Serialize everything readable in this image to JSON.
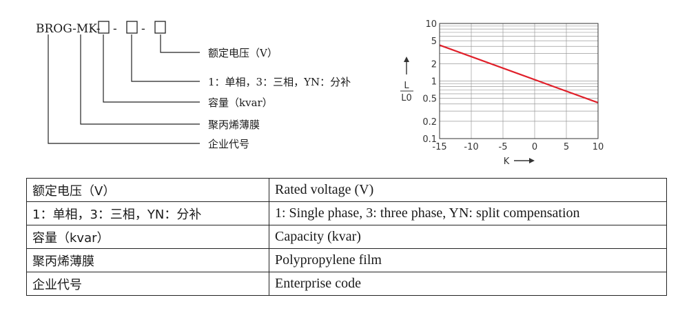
{
  "code_diagram": {
    "model_prefix": "BROG-MK-",
    "separator": "-",
    "labels": [
      "额定电压（V）",
      "1：单相，3：三相，YN：分补",
      "容量（kvar）",
      "聚丙烯薄膜",
      "企业代号"
    ]
  },
  "chart_data": {
    "type": "line",
    "x_scale": "linear",
    "y_scale": "log",
    "xlim": [
      -15,
      10
    ],
    "ylim": [
      0.1,
      10
    ],
    "x_ticks": [
      "-15",
      "-10",
      "-5",
      "0",
      "5",
      "10"
    ],
    "y_ticks": [
      "10",
      "5",
      "2",
      "1",
      "0.5",
      "0.2",
      "0.1"
    ],
    "y_tick_values": [
      10,
      5,
      2,
      1,
      0.5,
      0.2,
      0.1
    ],
    "x_tick_values": [
      -15,
      -10,
      -5,
      0,
      5,
      10
    ],
    "xlabel": "K",
    "ylabel_numerator": "L",
    "ylabel_denominator": "L0",
    "grid": true,
    "series": [
      {
        "color": "#e0202a",
        "x": [
          -15,
          10
        ],
        "y": [
          4.2,
          0.42
        ]
      }
    ]
  },
  "table": {
    "rows": [
      {
        "zh": "额定电压（V）",
        "en": "Rated voltage (V)"
      },
      {
        "zh": "1：单相，3：三相，YN：分补",
        "en": "1: Single phase, 3: three phase, YN: split compensation"
      },
      {
        "zh": "容量（kvar）",
        "en": "Capacity (kvar)"
      },
      {
        "zh": "聚丙烯薄膜",
        "en": "Polypropylene film"
      },
      {
        "zh": "企业代号",
        "en": "Enterprise code"
      }
    ]
  }
}
